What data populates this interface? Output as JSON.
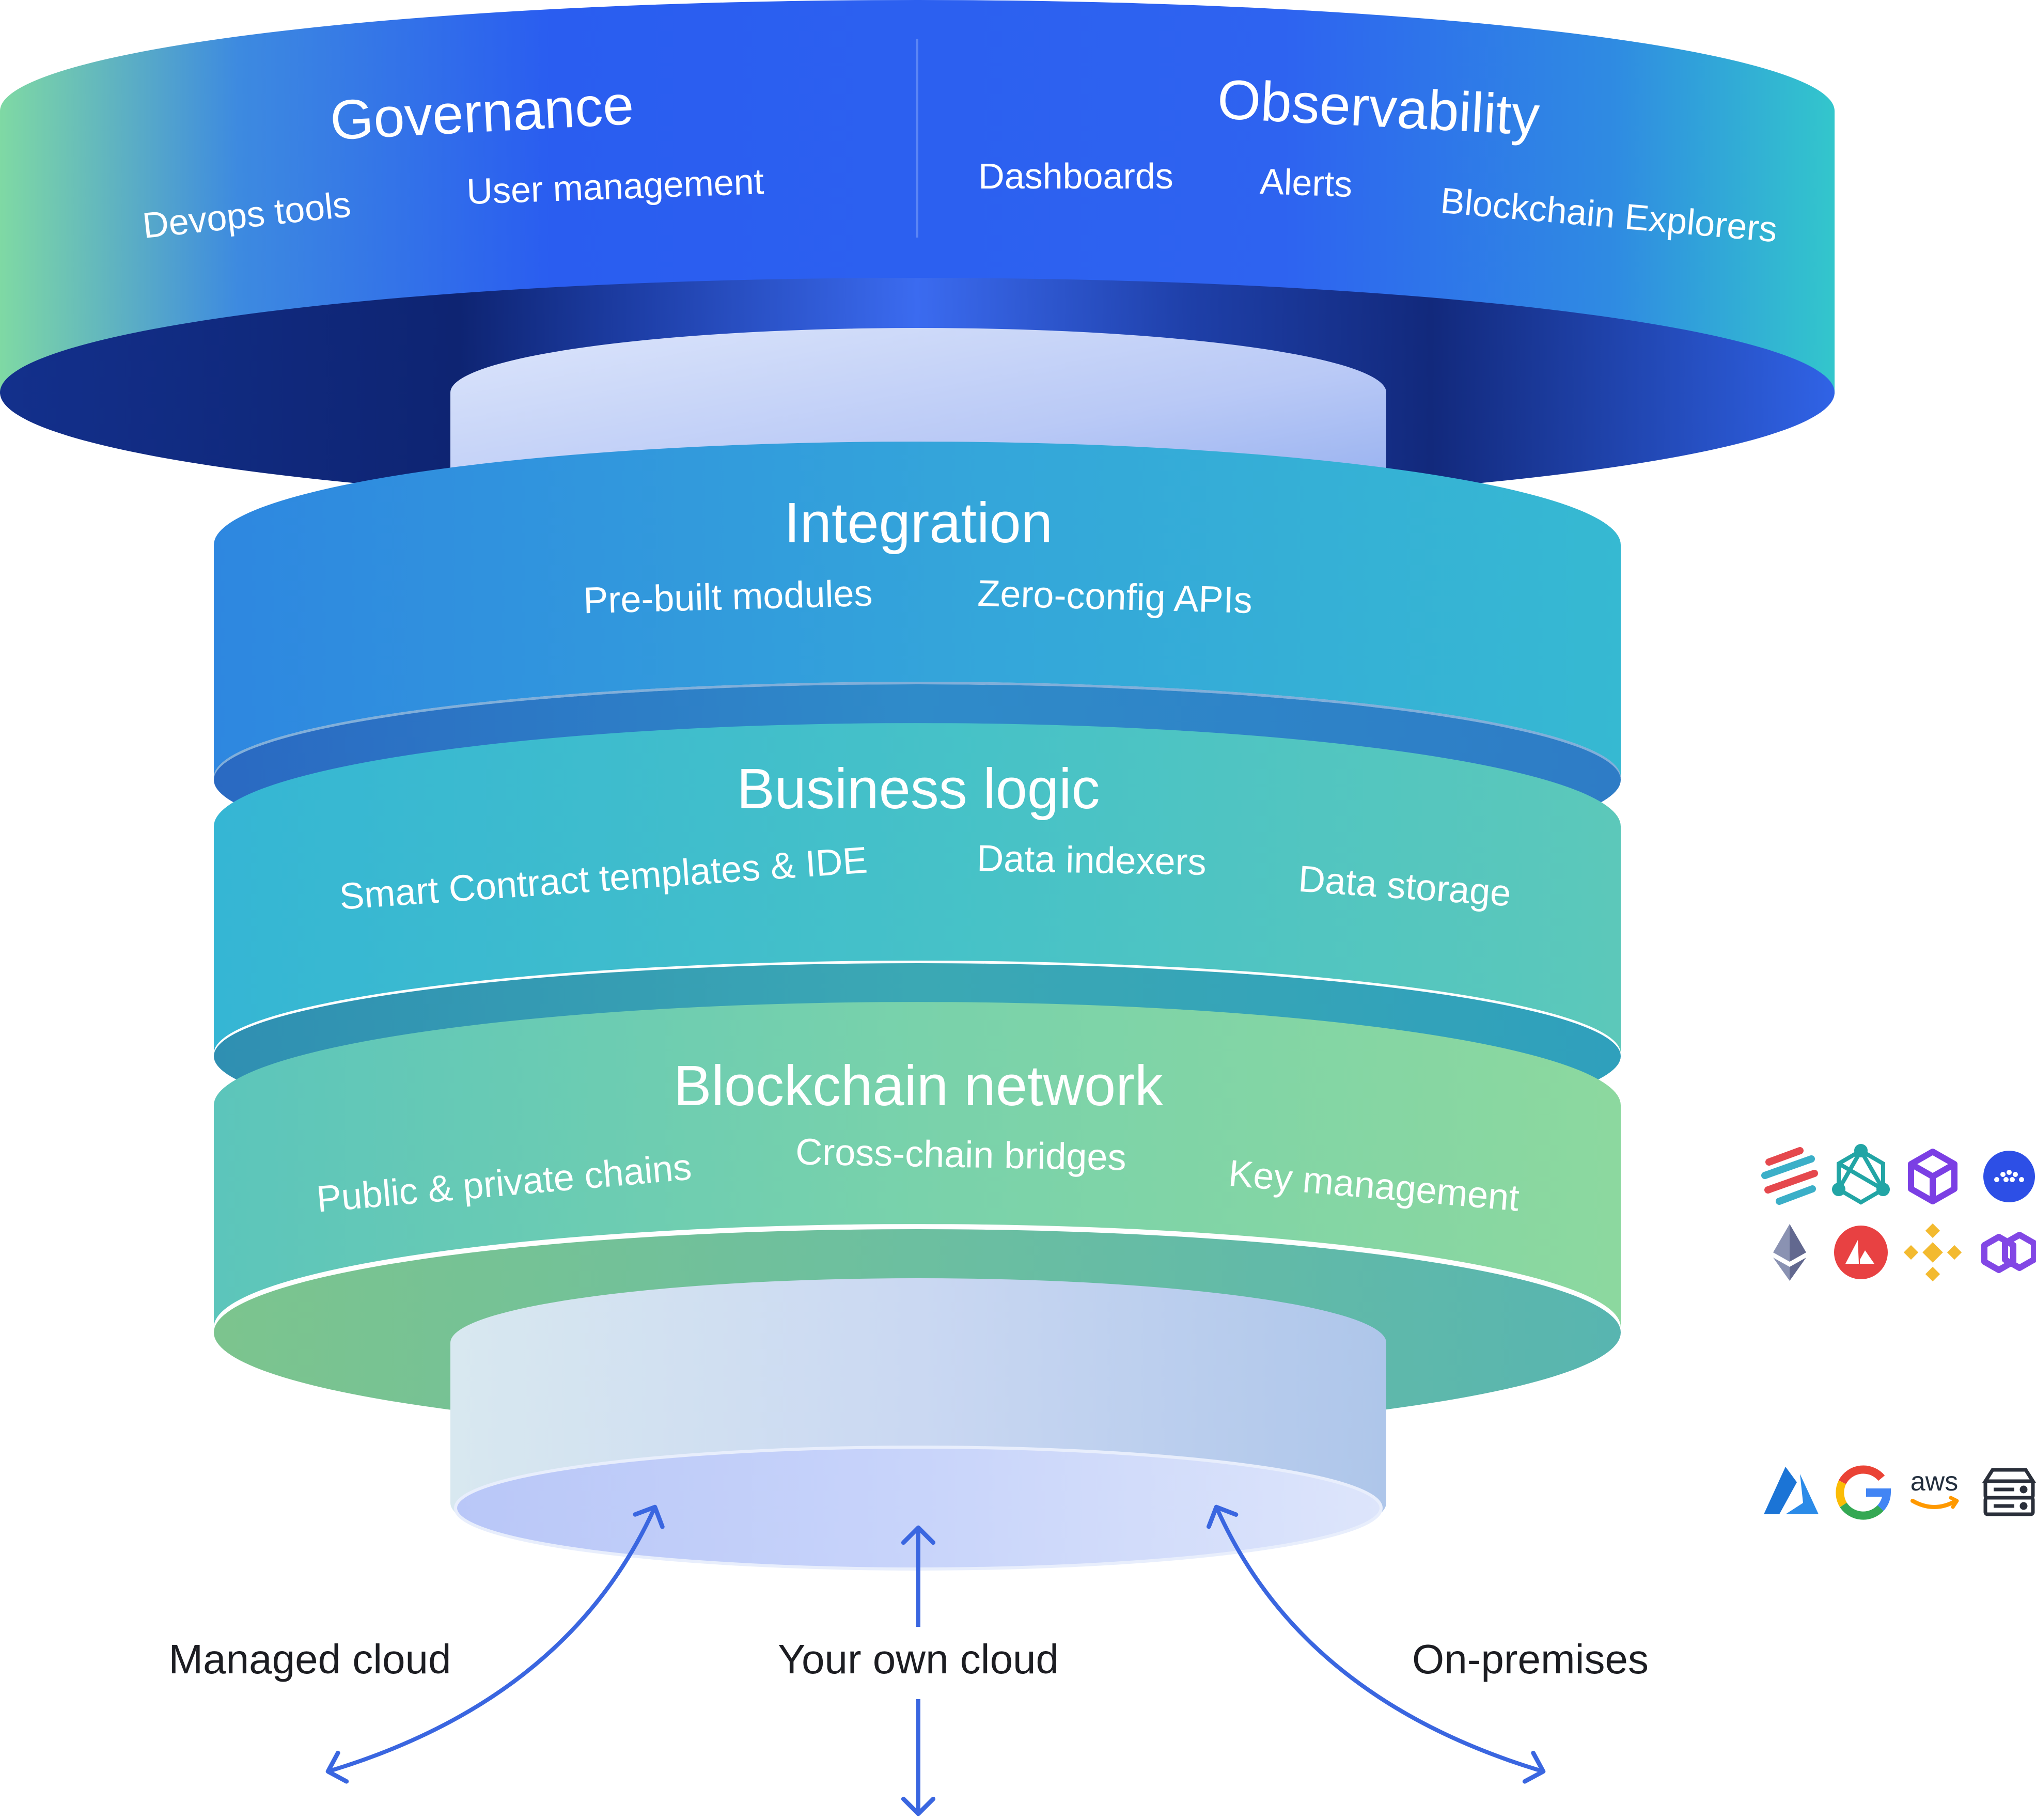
{
  "layers": {
    "top": {
      "governance": {
        "title": "Governance",
        "items": [
          "Devops tools",
          "User management"
        ]
      },
      "observability": {
        "title": "Observability",
        "items": [
          "Dashboards",
          "Alerts",
          "Blockchain Explorers"
        ]
      }
    },
    "integration": {
      "title": "Integration",
      "items": [
        "Pre-built modules",
        "Zero-config APIs"
      ]
    },
    "business_logic": {
      "title": "Business logic",
      "items": [
        "Smart Contract templates & IDE",
        "Data indexers",
        "Data storage"
      ]
    },
    "blockchain_network": {
      "title": "Blockchain network",
      "items": [
        "Public & private chains",
        "Cross-chain bridges",
        "Key management"
      ]
    }
  },
  "deployment": {
    "options": [
      "Managed cloud",
      "Your own cloud",
      "On-premises"
    ]
  },
  "chain_logos": [
    "hyperledger-icon",
    "corda-icon",
    "polygon-supernet-icon",
    "celo-icon",
    "ethereum-icon",
    "avalanche-icon",
    "bnb-chain-icon",
    "polygon-icon"
  ],
  "cloud_logos": {
    "icons": [
      "azure-icon",
      "google-cloud-icon",
      "aws-icon",
      "server-icon"
    ],
    "aws_text": "aws"
  },
  "colors": {
    "top_blue": "#2F62F2",
    "top_dark": "#102C84",
    "integration": "#34A9D8",
    "business_logic": "#3FBECB",
    "blockchain_network": "#7FD1A6",
    "arrow": "#3A66E0"
  }
}
